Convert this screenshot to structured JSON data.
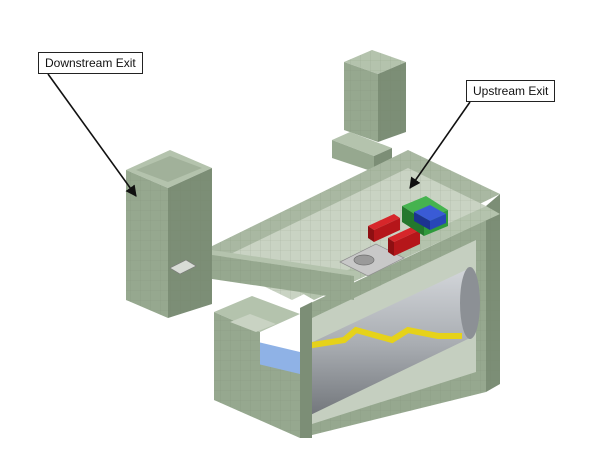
{
  "labels": {
    "downstream": "Downstream Exit",
    "upstream": "Upstream Exit"
  },
  "colors": {
    "concrete_light": "#b4c3ad",
    "concrete_mid": "#96a88f",
    "concrete_dark": "#7c8e76",
    "floor": "#c9d3c3",
    "pipe": "#a9adb2",
    "pipe_shadow": "#6f7378",
    "cable": "#e6d21a",
    "water": "#8fb2e6",
    "red_block": "#b5161a",
    "green_block": "#2f9a3c",
    "blue_block": "#2746b8",
    "plate": "#c8c8c8"
  },
  "icons": [
    "arrow-pointer"
  ]
}
